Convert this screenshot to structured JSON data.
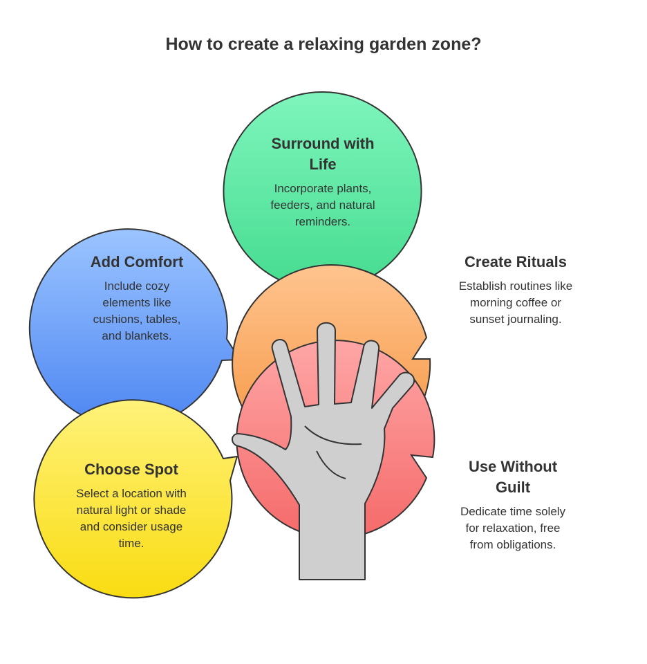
{
  "title": "How to create a relaxing garden zone?",
  "steps": [
    {
      "heading": "Surround with Life",
      "text": "Incorporate plants, feeders, and natural reminders.",
      "color_top": "#7ff5bd",
      "color_bottom": "#3fd98a"
    },
    {
      "heading": "Add Comfort",
      "text": "Include cozy elements like cushions, tables, and blankets.",
      "color_top": "#9bc4ff",
      "color_bottom": "#4d86f2"
    },
    {
      "heading": "Create Rituals",
      "text": "Establish routines like morning coffee or sunset journaling.",
      "color_top": "#ffc48f",
      "color_bottom": "#f5933d"
    },
    {
      "heading": "Choose Spot",
      "text": "Select a location with natural light or shade and consider usage time.",
      "color_top": "#fff27a",
      "color_bottom": "#f9dc12"
    },
    {
      "heading": "Use Without Guilt",
      "text": "Dedicate time solely for relaxation, free from obligations.",
      "color_top": "#ffa6a6",
      "color_bottom": "#f56a6a"
    }
  ],
  "hand_color": "#cfcfcf"
}
